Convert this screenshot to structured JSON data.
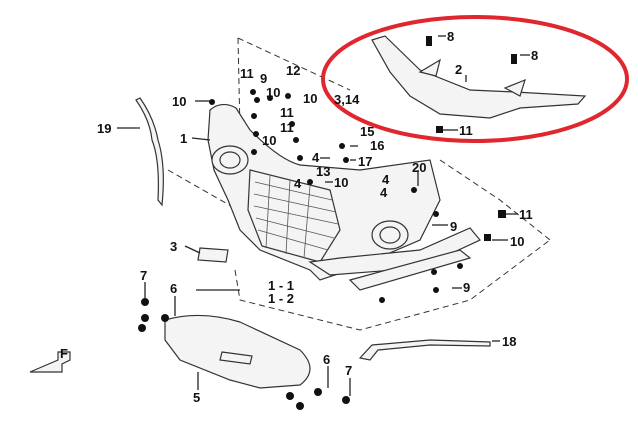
{
  "diagram": {
    "highlight_color": "#e0262e",
    "labels": {
      "l1": "1",
      "l1_1": "1 - 1",
      "l1_2": "1 - 2",
      "l2": "2",
      "l3": "3",
      "l3_14": "3,14",
      "l4a": "4",
      "l4b": "4",
      "l4c": "4",
      "l4d": "4",
      "l5": "5",
      "l6a": "6",
      "l6b": "6",
      "l7a": "7",
      "l7b": "7",
      "l8a": "8",
      "l8b": "8",
      "l9a": "9",
      "l9b": "9",
      "l10a": "10",
      "l10b": "10",
      "l10c": "10",
      "l10d": "10",
      "l10e": "10",
      "l10f": "10",
      "l11a": "11",
      "l11b": "11",
      "l11c": "11",
      "l11d": "11",
      "l12": "12",
      "l13": "13",
      "l15": "15",
      "l16": "16",
      "l17": "17",
      "l18": "18",
      "l19": "19",
      "l20": "20",
      "l9c": "9",
      "front_marker": "F"
    }
  }
}
